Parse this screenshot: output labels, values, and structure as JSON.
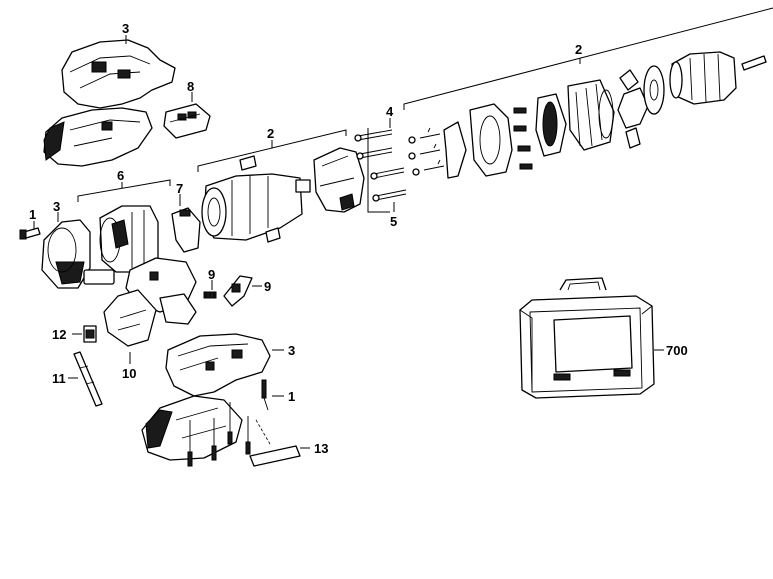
{
  "callouts": {
    "c3_top": "3",
    "c8": "8",
    "c2_mid": "2",
    "c2_right": "2",
    "c4": "4",
    "c5": "5",
    "c6": "6",
    "c7": "7",
    "c1_left": "1",
    "c3_left": "3",
    "c9_a": "9",
    "c9_b": "9",
    "c12": "12",
    "c10": "10",
    "c11": "11",
    "c3_bottom": "3",
    "c1_bottom": "1",
    "c13": "13",
    "c700": "700"
  },
  "colors": {
    "line": "#000000",
    "background": "#ffffff",
    "shade": "#1a1a1a"
  }
}
